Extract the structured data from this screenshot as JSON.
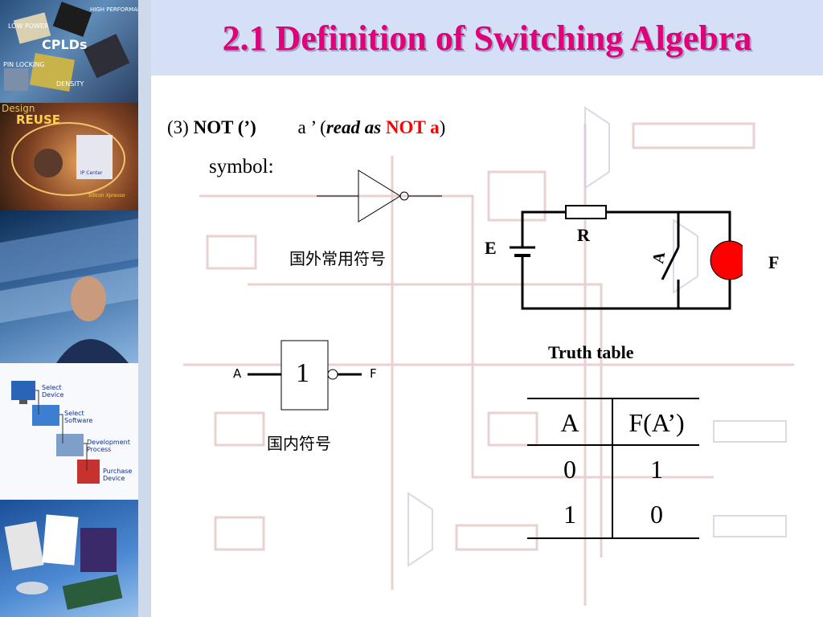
{
  "title": "2.1 Definition of Switching Algebra",
  "sidebar": {
    "tile1": {
      "labels": [
        "LOW POWER",
        "CPLDs",
        "PIN LOCKING",
        "DENSITY",
        "HIGH PERFORMANCE"
      ]
    },
    "tile2": {
      "labels": [
        "Design",
        "REUSE",
        "IP Center",
        "Silicon Xpresso"
      ]
    },
    "tile4": {
      "items": [
        "Select Device",
        "Select Software",
        "Development Process",
        "Purchase Device"
      ]
    }
  },
  "not_line": {
    "prefix": "(3) ",
    "op": "NOT (’)",
    "expr": "a ’ (",
    "read_as": "read as ",
    "not_a": "NOT a",
    "close": ")"
  },
  "symbol_label": "symbol:",
  "foreign_label": "国外常用符号",
  "domestic_label": "国内符号",
  "gate_box_text": "1",
  "gate_input": "A",
  "gate_output": "F",
  "circuit": {
    "resistor": "R",
    "battery": "E",
    "switch": "A",
    "lamp": "F"
  },
  "truth_table": {
    "title": "Truth table",
    "headers": [
      "A",
      "F(A’)"
    ],
    "rows": [
      [
        "0",
        "1"
      ],
      [
        "1",
        "0"
      ]
    ]
  },
  "colors": {
    "title": "#e0007a",
    "highlight": "#ff0000",
    "lamp": "#ff0000",
    "header_bg": "#d5dff5"
  },
  "icons": [
    "monitor-icon",
    "software-disk-icon",
    "flowchart-icon",
    "purchase-icon"
  ]
}
